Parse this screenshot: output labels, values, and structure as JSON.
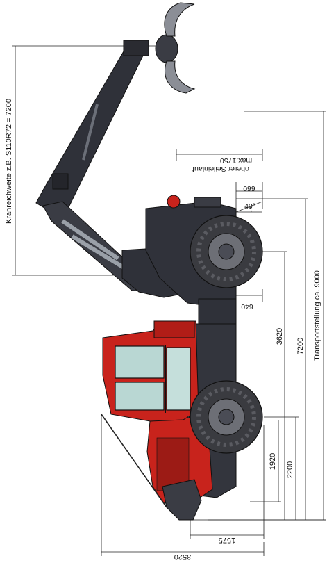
{
  "labels": {
    "crane_reach": "Kranreichweite z.B. S110R72 = 7200",
    "transport": "Transportstellung ca. 9000",
    "cable_title": "oberer Seileinlauf",
    "cable_max": "max.1750",
    "dim_660": "660",
    "angle_40": "40°",
    "dim_640": "640",
    "dim_3620": "3620",
    "dim_7200": "7200",
    "dim_1920": "1920",
    "dim_2200": "2200",
    "dim_1575": "1575",
    "dim_3520": "3520"
  },
  "colors": {
    "body_dark": "#2f3139",
    "body_mid": "#4a4c55",
    "tire": "#3a3b40",
    "rim": "#6d6f76",
    "cab_red": "#c8231c",
    "glass": "#b9d7d3",
    "line": "#222222"
  }
}
